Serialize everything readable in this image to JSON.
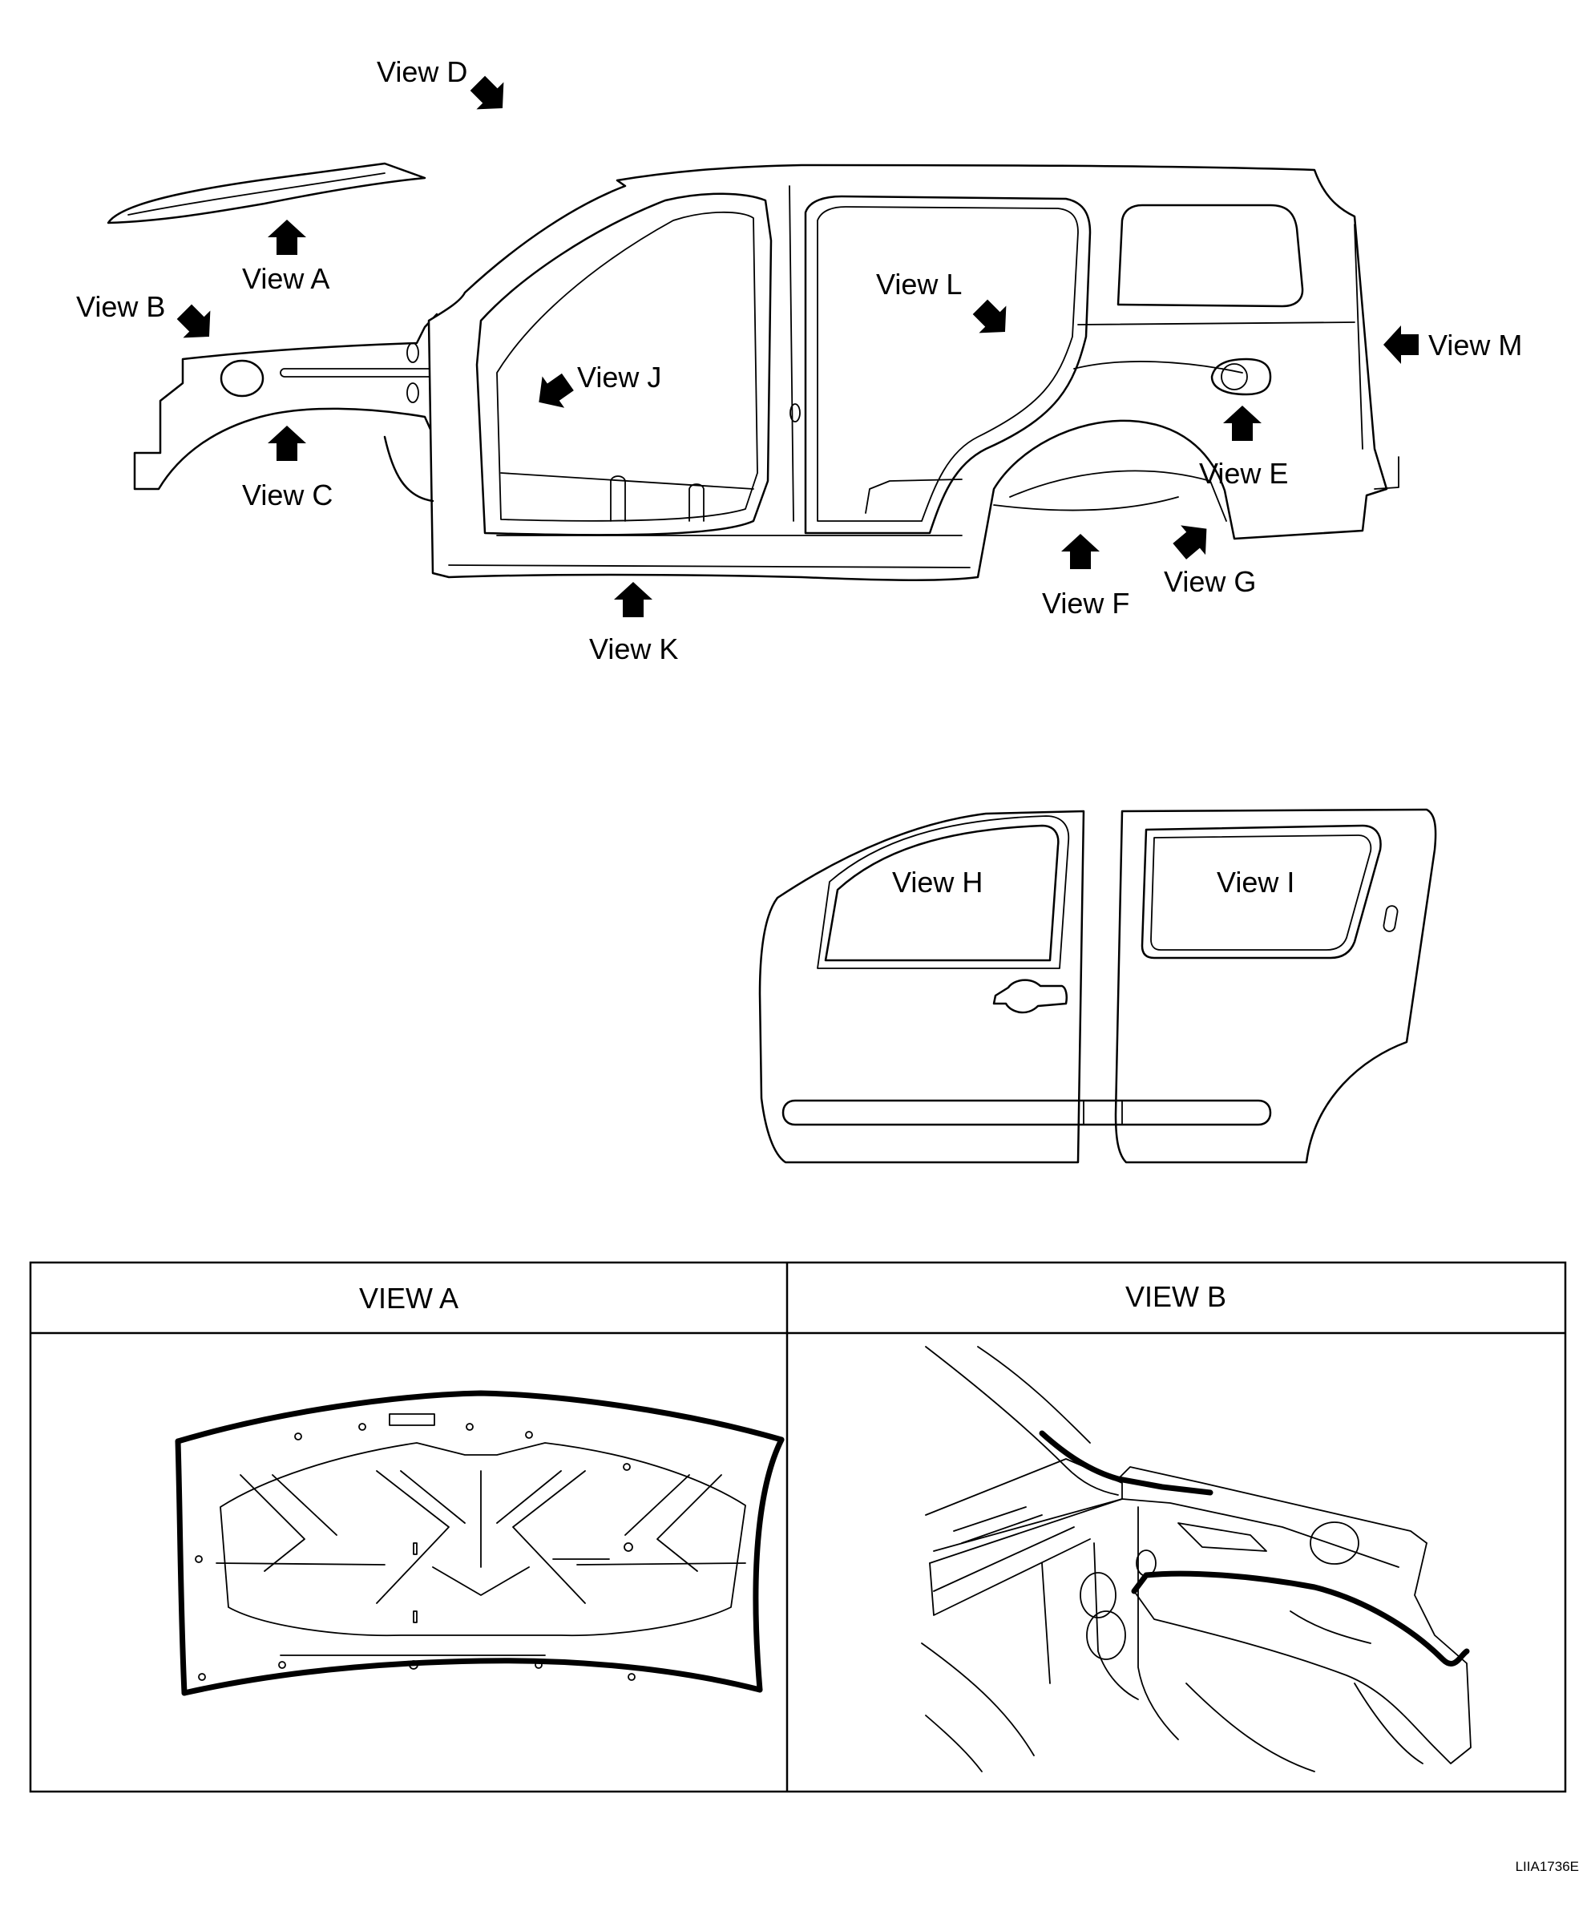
{
  "view_labels": {
    "a": "View A",
    "b": "View B",
    "c": "View C",
    "d": "View D",
    "e": "View E",
    "f": "View F",
    "g": "View G",
    "h": "View H",
    "i": "View I",
    "j": "View J",
    "k": "View K",
    "l": "View L",
    "m": "View M"
  },
  "table": {
    "headers": [
      "VIEW A",
      "VIEW B"
    ]
  },
  "figure_code": "LIIA1736E"
}
